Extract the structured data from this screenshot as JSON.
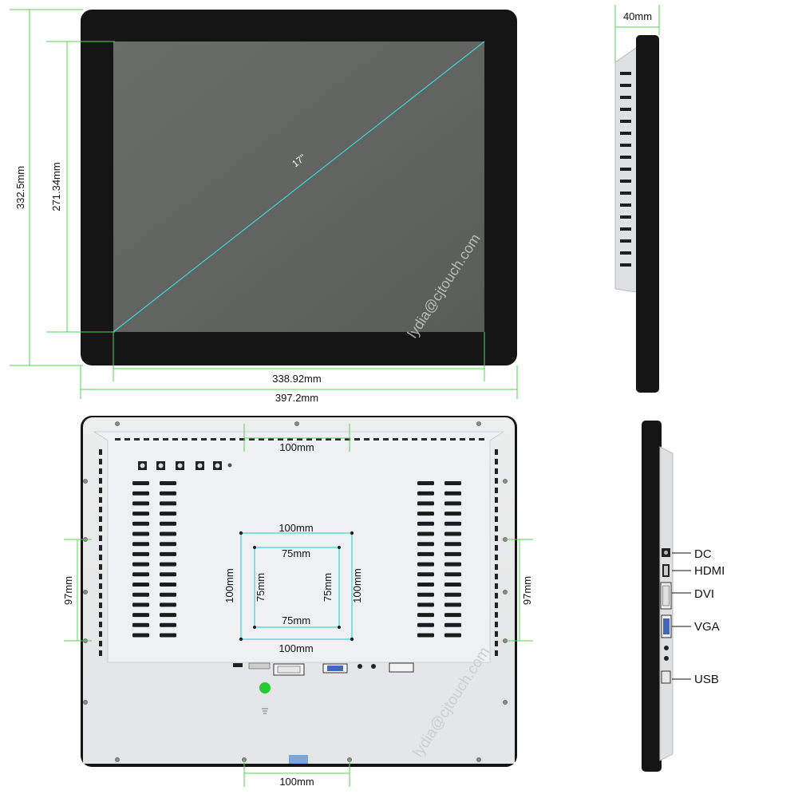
{
  "front_view": {
    "diagonal_label": "17\"",
    "outer_height": "332.5mm",
    "screen_height": "271.34mm",
    "screen_width": "338.92mm",
    "outer_width": "397.2mm",
    "watermark": "lydia@cjtouch.com"
  },
  "side_view_top": {
    "depth": "40mm"
  },
  "back_view": {
    "top_vesa": "100mm",
    "bottom_vesa": "100mm",
    "left_hole_spacing": "97mm",
    "right_hole_spacing": "97mm",
    "vesa_100_top": "100mm",
    "vesa_100_bottom": "100mm",
    "vesa_100_left": "100mm",
    "vesa_100_right": "100mm",
    "vesa_75_top": "75mm",
    "vesa_75_bottom": "75mm",
    "vesa_75_left": "75mm",
    "vesa_75_right": "75mm",
    "watermark": "lydia@cjtouch.com"
  },
  "ports": {
    "dc": "DC",
    "hdmi": "HDMI",
    "dvi": "DVI",
    "vga": "VGA",
    "usb": "USB"
  },
  "colors": {
    "dimension_line": "#5ad25a",
    "diagonal_line": "#3ad6d6",
    "bezel": "#151515",
    "screen": "#626462",
    "back_panel": "#e7e8e9",
    "power_led": "#22cc33"
  }
}
